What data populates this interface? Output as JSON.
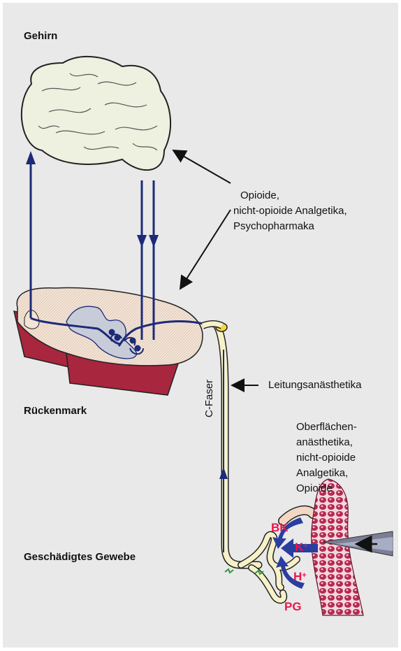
{
  "labels": {
    "brain": "Gehirn",
    "spinal_cord": "Rückenmark",
    "damaged_tissue": "Geschädigtes Gewebe",
    "fiber": "C-Faser",
    "central_drugs": [
      "Opioide,",
      "nicht-opioide Analgetika,",
      "Psychopharmaka"
    ],
    "conduction_drugs": "Leitungsanästhetika",
    "peripheral_drugs": [
      "Oberflächen-",
      "anästhetika,",
      "nicht-opioide",
      "Analgetika,",
      "Opioide"
    ]
  },
  "mediators": {
    "bk": "BK",
    "k": "K",
    "k_charge": "+",
    "h": "H",
    "h_charge": "+",
    "pg": "PG"
  },
  "colors": {
    "panel": "#e9e9e9",
    "pathway": "#1d2a78",
    "mediator_arrow": "#2a3ea0",
    "mediator_text": "#e8174a",
    "nerve": "#f7f1c8",
    "spinal_meat": "#a8263e"
  }
}
